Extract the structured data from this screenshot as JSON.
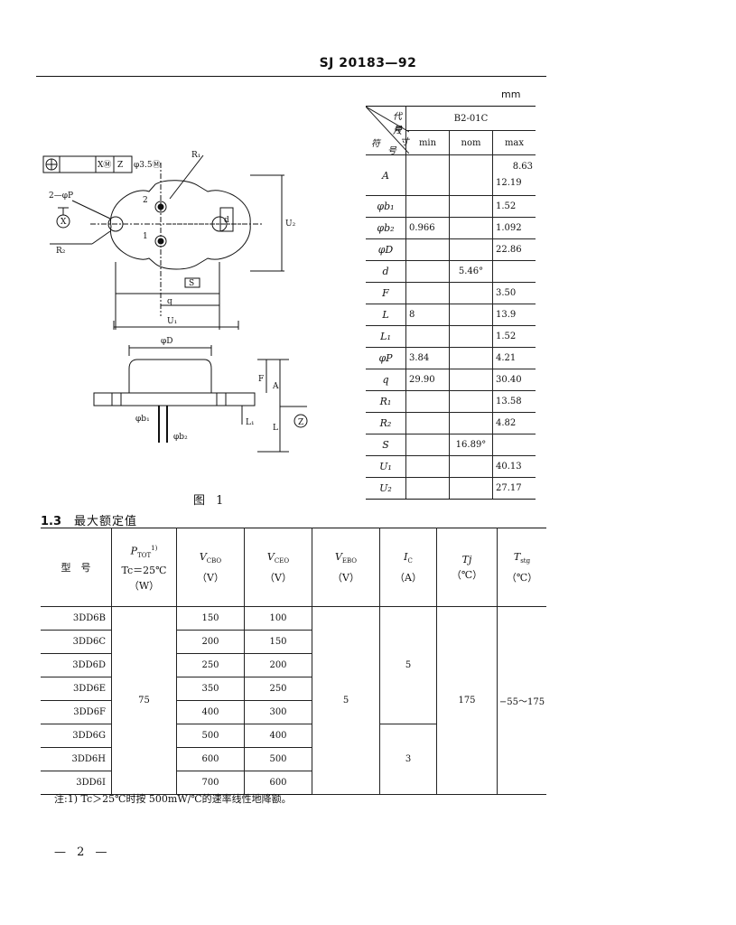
{
  "header": {
    "title": "SJ 20183—92"
  },
  "figure": {
    "caption": "图 1",
    "tolerance_frame": [
      "⊕",
      "φ3.5Ⓜ",
      "XⓂ",
      "Z"
    ],
    "labels": {
      "r1": "R₁",
      "r2": "R₂",
      "two_phiP": "2—φP",
      "x": "X",
      "z": "Z",
      "pin2": "2",
      "pin1": "1",
      "d": "d",
      "u2": "U₂",
      "u1": "U₁",
      "s": "S",
      "q": "q",
      "phiD": "φD",
      "f": "F",
      "a": "A",
      "l1": "L₁",
      "l": "L",
      "phib1": "φb₁",
      "phib2": "φb₂"
    }
  },
  "dimension_table": {
    "unit": "mm",
    "corner_labels": {
      "code": "代号",
      "size_a": "尺",
      "size_b": "寸",
      "symbol": "符",
      "number": "号"
    },
    "package": "B2-01C",
    "columns": [
      "min",
      "nom",
      "max"
    ],
    "rows": [
      {
        "symbol": "A",
        "min": "",
        "nom": "",
        "max": "8.63",
        "max2": "12.19"
      },
      {
        "symbol": "φb₁",
        "min": "",
        "nom": "",
        "max": "1.52"
      },
      {
        "symbol": "φb₂",
        "min": "0.966",
        "nom": "",
        "max": "1.092"
      },
      {
        "symbol": "φD",
        "min": "",
        "nom": "",
        "max": "22.86"
      },
      {
        "symbol": "d",
        "min": "",
        "nom": "5.46°",
        "max": ""
      },
      {
        "symbol": "F",
        "min": "",
        "nom": "",
        "max": "3.50"
      },
      {
        "symbol": "L",
        "min": "8",
        "nom": "",
        "max": "13.9"
      },
      {
        "symbol": "L₁",
        "min": "",
        "nom": "",
        "max": "1.52"
      },
      {
        "symbol": "φP",
        "min": "3.84",
        "nom": "",
        "max": "4.21"
      },
      {
        "symbol": "q",
        "min": "29.90",
        "nom": "",
        "max": "30.40"
      },
      {
        "symbol": "R₁",
        "min": "",
        "nom": "",
        "max": "13.58"
      },
      {
        "symbol": "R₂",
        "min": "",
        "nom": "",
        "max": "4.82"
      },
      {
        "symbol": "S",
        "min": "",
        "nom": "16.89°",
        "max": ""
      },
      {
        "symbol": "U₁",
        "min": "",
        "nom": "",
        "max": "40.13"
      },
      {
        "symbol": "U₂",
        "min": "",
        "nom": "",
        "max": "27.17"
      }
    ]
  },
  "section": {
    "number": "1.3",
    "title": "最大额定值"
  },
  "ratings_table": {
    "headers": {
      "model": "型　号",
      "ptot_1": "P",
      "ptot_sub": "TOT",
      "ptot_sup": "1)",
      "ptot_2": "Tc＝25℃",
      "ptot_3": "（W）",
      "vcbo_1": "V",
      "vcbo_sub": "CBO",
      "vcbo_2": "（V）",
      "vceo_1": "V",
      "vceo_sub": "CEO",
      "vceo_2": "（V）",
      "vebo_1": "V",
      "vebo_sub": "EBO",
      "vebo_2": "（V）",
      "ic_1": "I",
      "ic_sub": "C",
      "ic_2": "（A）",
      "tj_1": "Tj",
      "tj_2": "（℃）",
      "tstg_1": "T",
      "tstg_sub": "stg",
      "tstg_2": "（℃）"
    },
    "models": [
      "3DD6B",
      "3DD6C",
      "3DD6D",
      "3DD6E",
      "3DD6F",
      "3DD6G",
      "3DD6H",
      "3DD6I"
    ],
    "vcbo": [
      "150",
      "200",
      "250",
      "350",
      "400",
      "500",
      "600",
      "700"
    ],
    "vceo": [
      "100",
      "150",
      "200",
      "250",
      "300",
      "400",
      "500",
      "600"
    ],
    "ptot": "75",
    "vebo": "5",
    "ic_a": "5",
    "ic_b": "3",
    "tj": "175",
    "tstg": "−55～175"
  },
  "note": "注:1) Tc＞25℃时按 500mW/℃的速率线性地降额。",
  "page_number": "— 2 —"
}
